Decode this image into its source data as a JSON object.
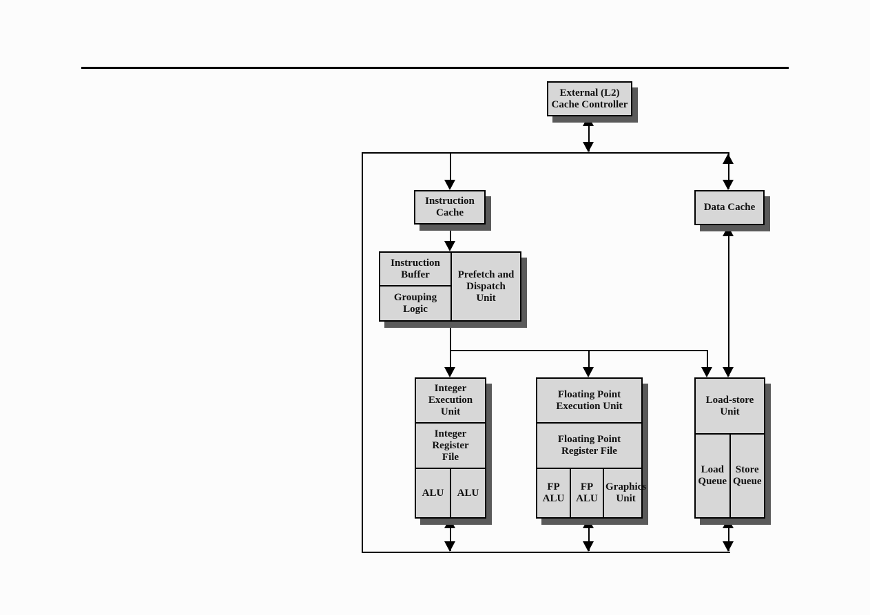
{
  "colors": {
    "background": "#fcfcfc",
    "box_fill": "#d7d7d7",
    "box_border": "#000000",
    "box_shadow": "#5a5a5a",
    "line": "#000000",
    "text": "#111111"
  },
  "nodes": {
    "external_l2_cache_controller": "External (L2) Cache Controller",
    "instruction_cache": "Instruction Cache",
    "data_cache": "Data Cache",
    "instruction_buffer": "Instruction Buffer",
    "grouping_logic": "Grouping Logic",
    "prefetch_dispatch_unit": "Prefetch and Dispatch Unit",
    "integer_execution_unit": "Integer Execution Unit",
    "integer_register_file": "Integer Register File",
    "alu": "ALU",
    "fp_execution_unit": "Floating Point Execution Unit",
    "fp_register_file": "Floating Point Register File",
    "fp_alu": "FP ALU",
    "graphics_unit": "Graphics Unit",
    "load_store_unit": "Load-store Unit",
    "load_queue": "Load Queue",
    "store_queue": "Store Queue"
  }
}
